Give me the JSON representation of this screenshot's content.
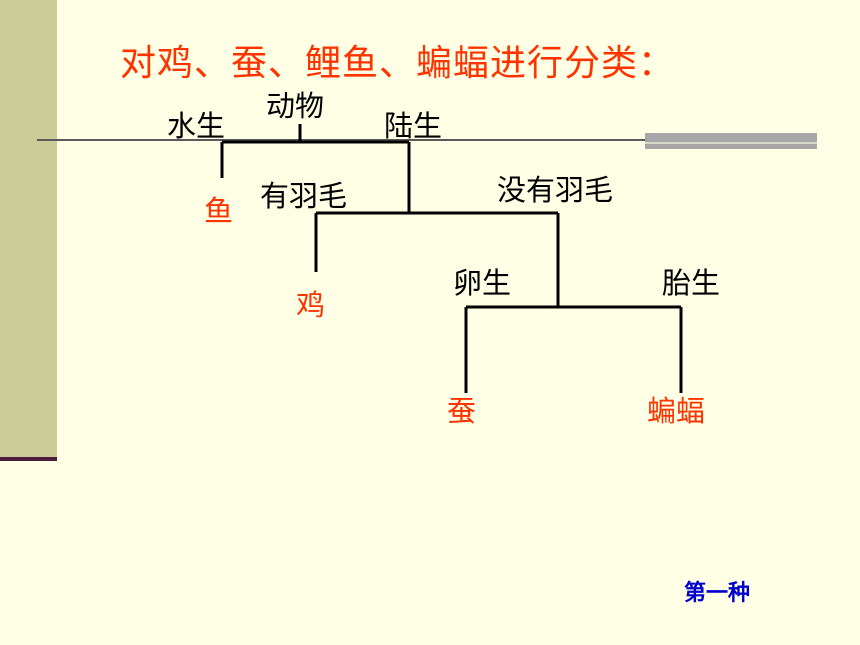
{
  "title": "对鸡、蚕、鲤鱼、蝙蝠进行分类：",
  "tree": {
    "root": "动物",
    "branch_aquatic": "水生",
    "branch_terrestrial": "陆生",
    "leaf_fish": "鱼",
    "branch_feathered": "有羽毛",
    "branch_unfeathered": "没有羽毛",
    "leaf_chicken": "鸡",
    "branch_oviparous": "卵生",
    "branch_viviparous": "胎生",
    "leaf_silkworm": "蚕",
    "leaf_bat": "蝙蝠"
  },
  "footer": "第一种",
  "colors": {
    "background": "#FFFFE5",
    "title": "#FF3300",
    "leaf": "#FF3300",
    "footer": "#0000CC",
    "sidebar": "#CCCC99"
  }
}
